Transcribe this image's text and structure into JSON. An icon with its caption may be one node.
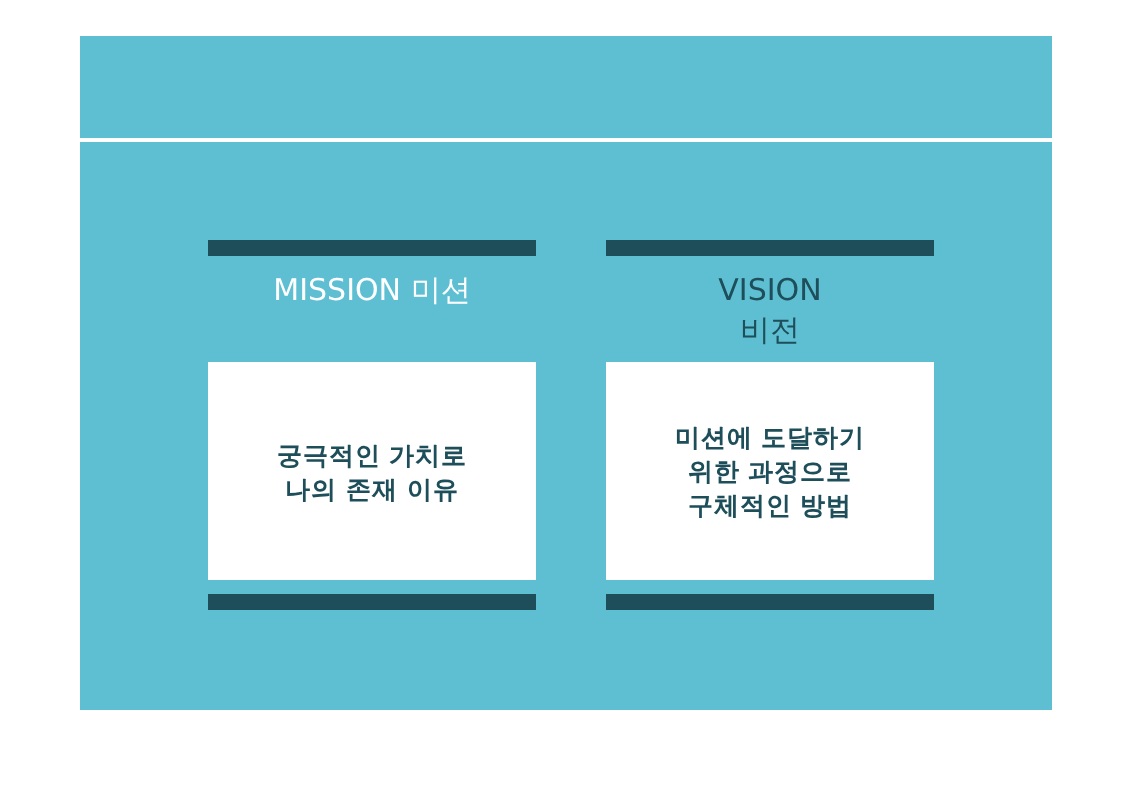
{
  "diagram": {
    "nodes": [
      {
        "text": [
          "MISSION 미션",
          "궁극적인 가치로 나의 존재 이유"
        ]
      },
      {
        "text": [
          "VISION 비전",
          "미션에 도달하기 위한 과정으로 구체적인 방법"
        ]
      }
    ]
  }
}
